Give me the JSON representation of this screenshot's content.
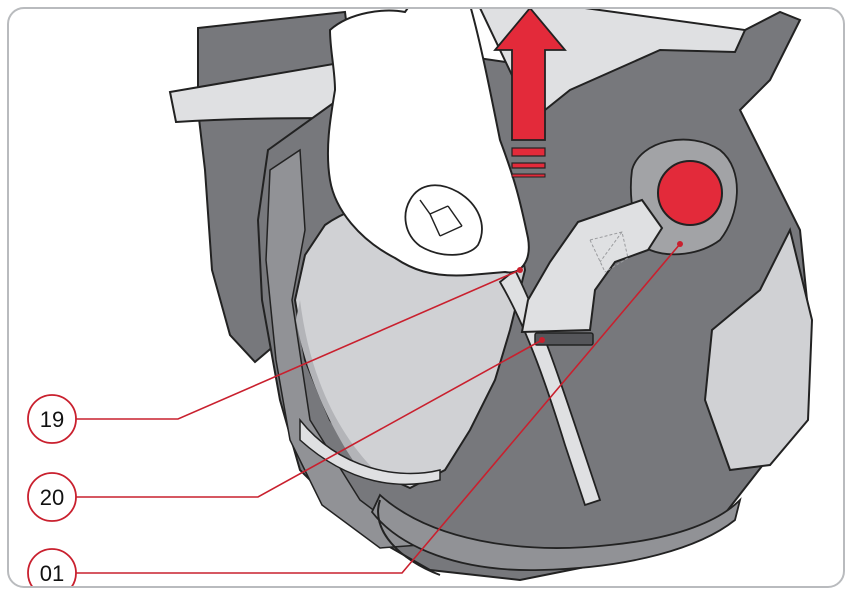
{
  "colors": {
    "frame_border": "#b9bbbe",
    "background": "#ffffff",
    "accent_red": "#e32a3a",
    "leader_line": "#c9202e",
    "shell_dark": "#77787c",
    "shell_mid": "#919296",
    "fabric_light": "#d0d1d4",
    "fabric_lighter": "#dfe0e2",
    "outline": "#222222",
    "glove": "#ffffff"
  },
  "figure": {
    "arrow_direction": "up",
    "components": [
      "canopy",
      "seat-shell",
      "seat-fabric",
      "harness-strap",
      "adjuster-tongue",
      "release-button",
      "gloved-hand",
      "pull-up-arrow"
    ]
  },
  "callouts": [
    {
      "id": "c19",
      "label": "19"
    },
    {
      "id": "c20",
      "label": "20"
    },
    {
      "id": "c01",
      "label": "01"
    }
  ]
}
